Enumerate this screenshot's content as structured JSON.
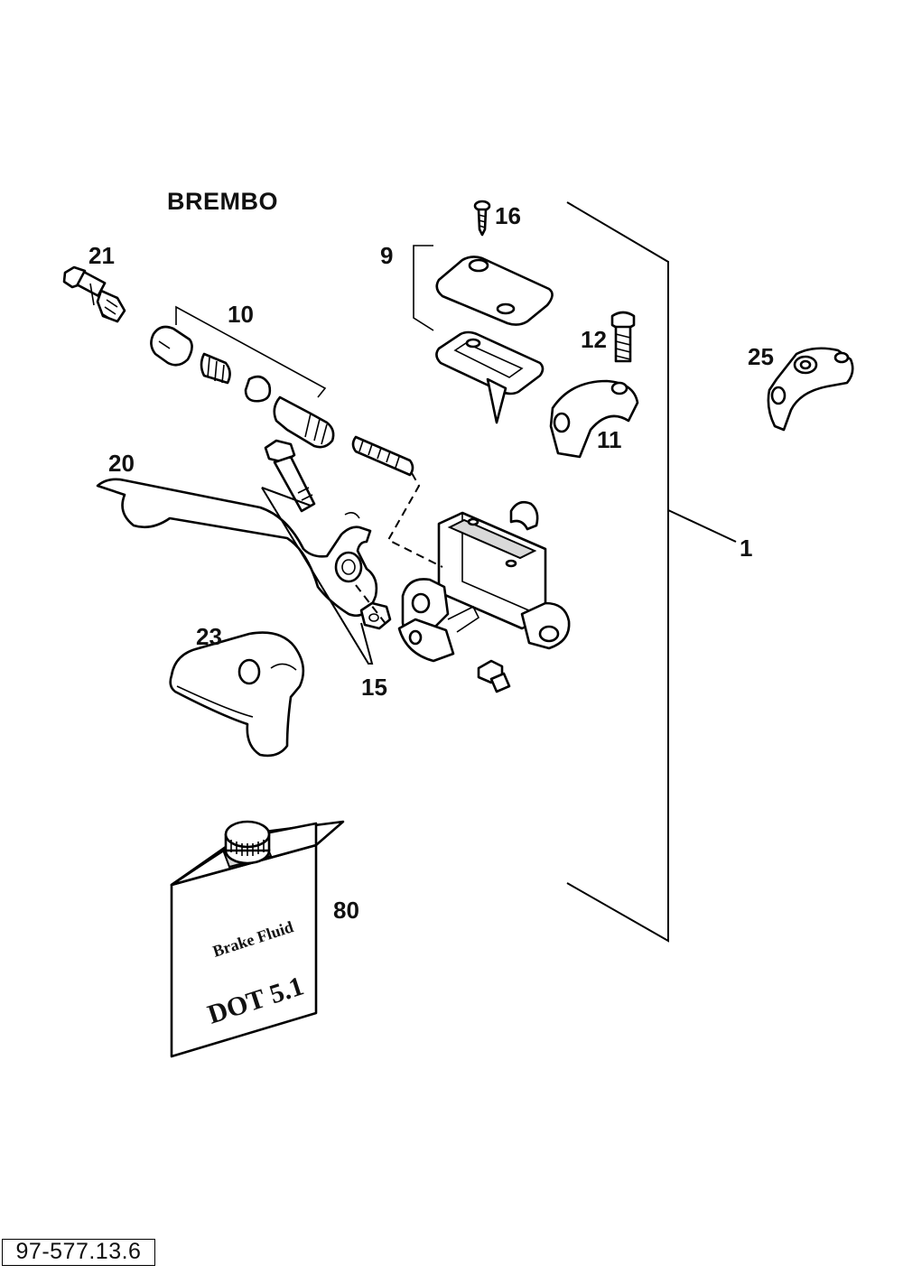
{
  "title": "BREMBO",
  "drawing_number": "97-577.13.6",
  "callouts": {
    "c1": "1",
    "c9": "9",
    "c10": "10",
    "c11": "11",
    "c12": "12",
    "c15": "15",
    "c16": "16",
    "c20": "20",
    "c21": "21",
    "c23": "23",
    "c25": "25",
    "c80": "80"
  },
  "container_label": {
    "line1": "Brake Fluid",
    "line2": "DOT 5.1"
  }
}
